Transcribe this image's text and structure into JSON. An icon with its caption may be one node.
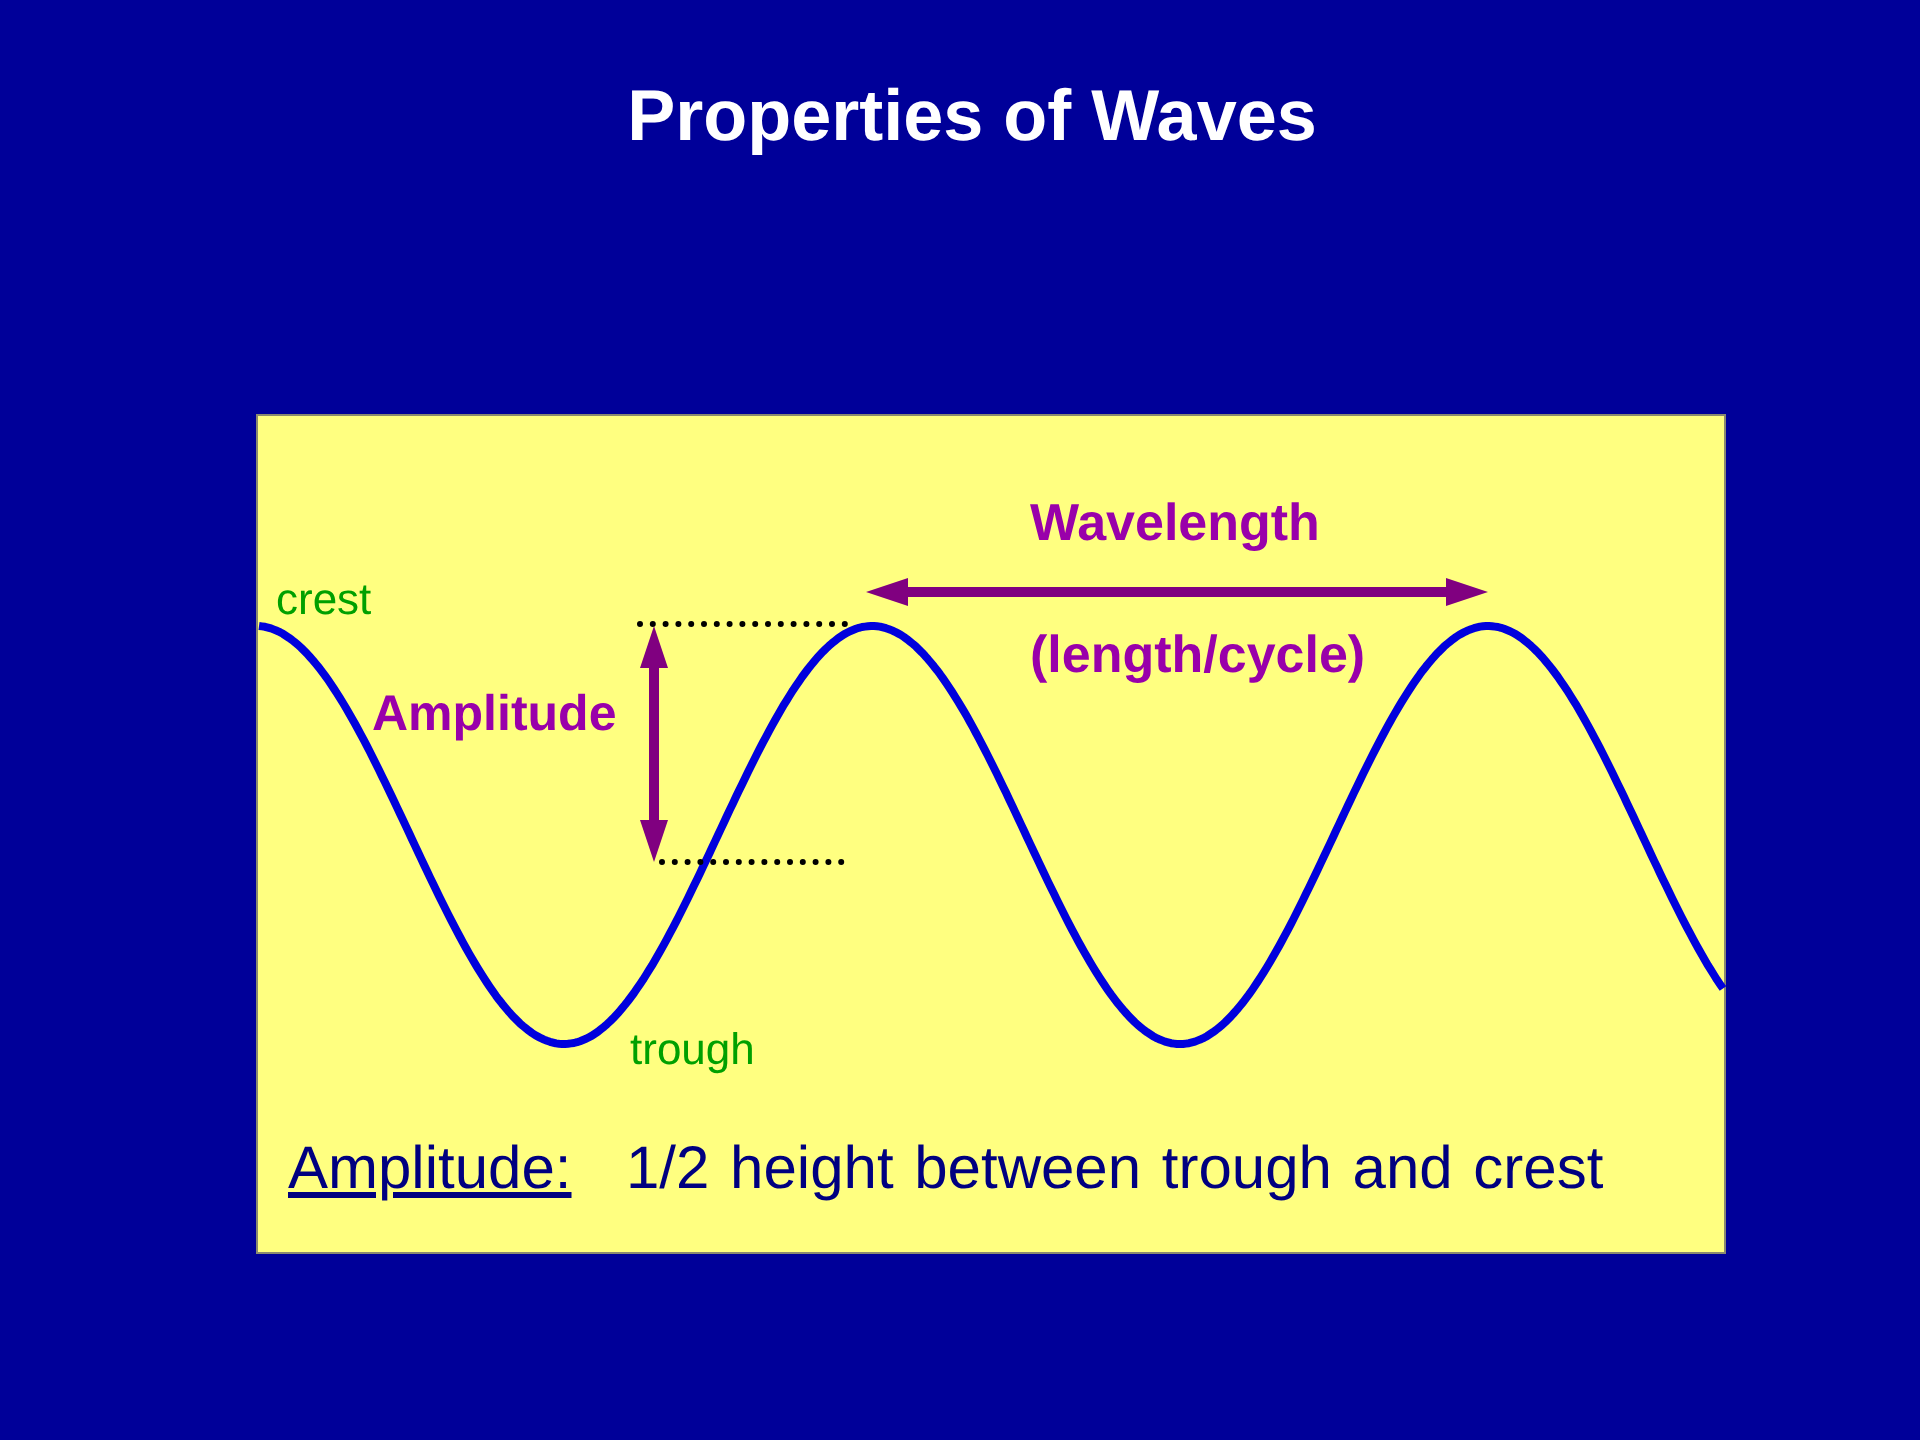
{
  "diagram": {
    "title": "Properties of Waves",
    "labels": [
      "Wavelength",
      "crest",
      "(length/cycle)",
      "Amplitude",
      "trough",
      "Amplitude:",
      "1/2 height between trough and crest"
    ]
  }
}
